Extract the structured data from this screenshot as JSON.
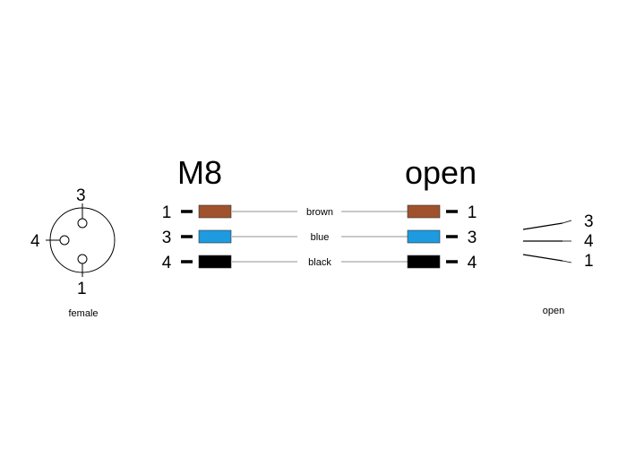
{
  "headers": {
    "left": "M8",
    "right": "open"
  },
  "wires": [
    {
      "pin_left": "1",
      "pin_right": "1",
      "color_name": "brown",
      "color": "#a0522d"
    },
    {
      "pin_left": "3",
      "pin_right": "3",
      "color_name": "blue",
      "color": "#1e9ae0"
    },
    {
      "pin_left": "4",
      "pin_right": "4",
      "color_name": "black",
      "color": "#000000"
    }
  ],
  "connector_left": {
    "label": "female",
    "pins": [
      "3",
      "4",
      "1"
    ]
  },
  "connector_right": {
    "label": "open",
    "wire_ends": [
      "3",
      "4",
      "1"
    ]
  },
  "colors": {
    "line": "#000000",
    "cable": "#c8c8c8"
  }
}
